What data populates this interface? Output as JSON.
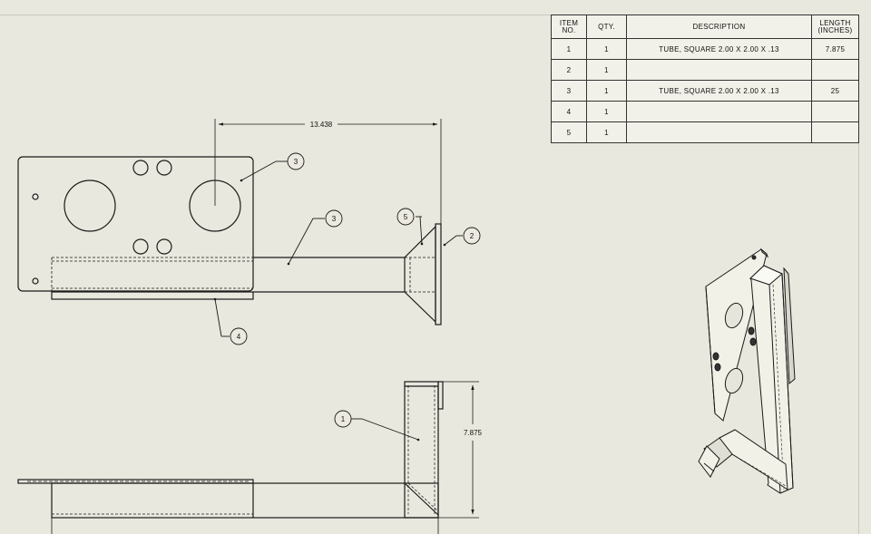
{
  "bom": {
    "headers": {
      "item_line1": "ITEM",
      "item_line2": "NO.",
      "qty": "QTY.",
      "description": "DESCRIPTION",
      "length_line1": "LENGTH",
      "length_line2": "(INCHES)"
    },
    "rows": [
      {
        "item": "1",
        "qty": "1",
        "description": "TUBE, SQUARE 2.00 X 2.00 X .13",
        "length": "7.875"
      },
      {
        "item": "2",
        "qty": "1",
        "description": "",
        "length": ""
      },
      {
        "item": "3",
        "qty": "1",
        "description": "TUBE, SQUARE 2.00 X 2.00 X .13",
        "length": "25"
      },
      {
        "item": "4",
        "qty": "1",
        "description": "",
        "length": ""
      },
      {
        "item": "5",
        "qty": "1",
        "description": "",
        "length": ""
      }
    ]
  },
  "dimensions": {
    "top_width": "13.438",
    "front_height": "7.875"
  },
  "balloons": {
    "plate": "3",
    "tube_long": "3",
    "gusset": "5",
    "end_plate": "2",
    "bottom_bar": "4",
    "upright_tube": "1"
  },
  "colors": {
    "sheet_background": "#e9e8de",
    "line": "#1a1a1a",
    "hidden_line": "#3a3a3a"
  }
}
